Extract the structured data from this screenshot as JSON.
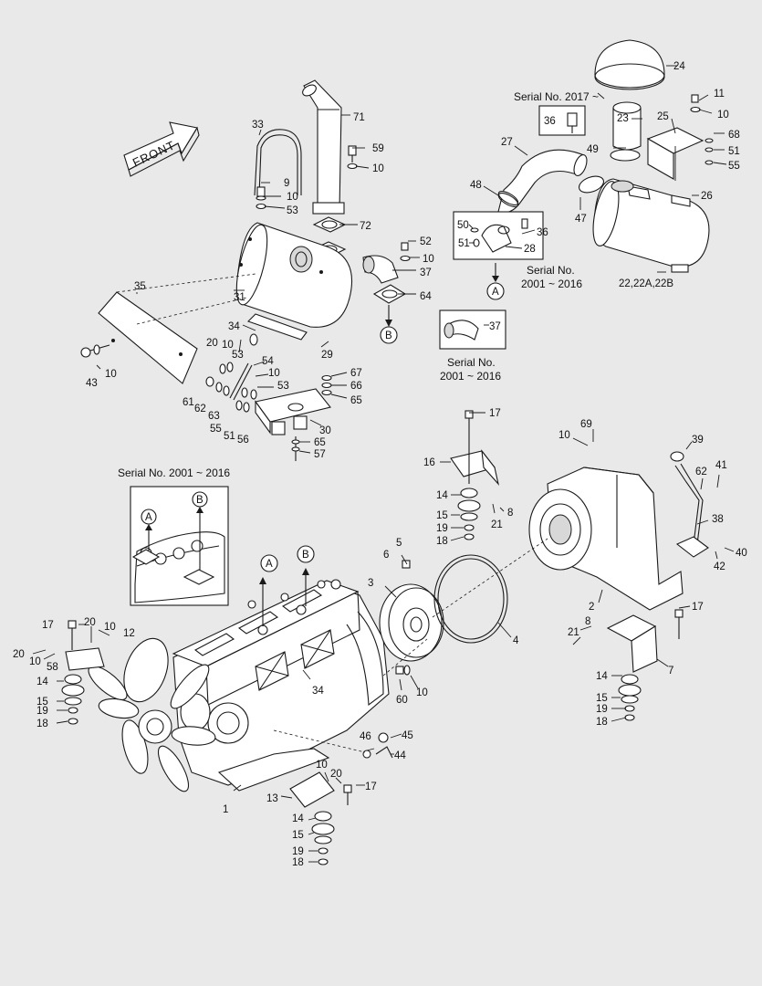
{
  "direction_label": "FRONT",
  "captions": {
    "serial_2017": "Serial No. 2017 ~",
    "serial_2001_2016_filter_a": "Serial No.",
    "serial_2001_2016_filter_b": "2001 ~ 2016",
    "serial_2001_2016_elbow_a": "Serial No.",
    "serial_2001_2016_elbow_b": "2001 ~ 2016",
    "serial_2001_2016_inset": "Serial No. 2001 ~ 2016"
  },
  "connectors": {
    "a": "A",
    "b": "B"
  },
  "labels": {
    "l1": "1",
    "l2": "2",
    "l3": "3",
    "l4": "4",
    "l5": "5",
    "l6": "6",
    "l7": "7",
    "l8a": "8",
    "l8b": "8",
    "l9": "9",
    "l10a": "10",
    "l10b": "10",
    "l10c": "10",
    "l10d": "10",
    "l10e": "10",
    "l10f": "10",
    "l10g": "10",
    "l10h": "10",
    "l10i": "10",
    "l10j": "10",
    "l10k": "10",
    "l10l": "10",
    "l11": "11",
    "l12": "12",
    "l13": "13",
    "l14a": "14",
    "l14b": "14",
    "l14c": "14",
    "l14d": "14",
    "l15a": "15",
    "l15b": "15",
    "l15c": "15",
    "l15d": "15",
    "l16": "16",
    "l17a": "17",
    "l17b": "17",
    "l17c": "17",
    "l17d": "17",
    "l18a": "18",
    "l18b": "18",
    "l18c": "18",
    "l18d": "18",
    "l19a": "19",
    "l19b": "19",
    "l19c": "19",
    "l19d": "19",
    "l20a": "20",
    "l20b": "20",
    "l20c": "20",
    "l20d": "20",
    "l21a": "21",
    "l21b": "21",
    "l22": "22,22A,22B",
    "l23": "23",
    "l24": "24",
    "l25": "25",
    "l26": "26",
    "l27": "27",
    "l28": "28",
    "l29": "29",
    "l30": "30",
    "l31": "31",
    "l33": "33",
    "l34a": "34",
    "l34b": "34",
    "l35": "35",
    "l36a": "36",
    "l36b": "36",
    "l37a": "37",
    "l37b": "37",
    "l38": "38",
    "l39": "39",
    "l40": "40",
    "l41": "41",
    "l42": "42",
    "l43": "43",
    "l44": "44",
    "l45": "45",
    "l46": "46",
    "l47": "47",
    "l48": "48",
    "l49": "49",
    "l50": "50",
    "l51a": "51",
    "l51b": "51",
    "l51c": "51",
    "l52": "52",
    "l53a": "53",
    "l53b": "53",
    "l53c": "53",
    "l54": "54",
    "l55a": "55",
    "l55b": "55",
    "l56": "56",
    "l57": "57",
    "l58": "58",
    "l59": "59",
    "l60": "60",
    "l61": "61",
    "l62a": "62",
    "l62b": "62",
    "l63": "63",
    "l64": "64",
    "l65a": "65",
    "l65b": "65",
    "l66": "66",
    "l67": "67",
    "l68": "68",
    "l69": "69",
    "l71": "71",
    "l72": "72"
  },
  "icons": [
    "front-arrow-icon",
    "connector-a-icon",
    "connector-b-icon"
  ],
  "colors": {
    "background": "#e9e9e9",
    "line": "#1a1a1a",
    "part_fill": "#ffffff"
  }
}
